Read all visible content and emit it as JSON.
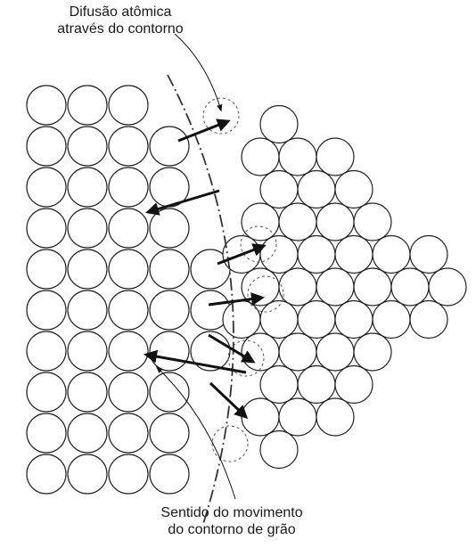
{
  "labels": {
    "top_line1": "Difusão atômica",
    "top_line2": "através do contorno",
    "bottom_line1": "Sentido do movimento",
    "bottom_line2": "do contorno de grão"
  },
  "colors": {
    "atom_stroke": "#222222",
    "arrow": "#111111",
    "boundary": "#333333",
    "text": "#1a1a1a"
  }
}
